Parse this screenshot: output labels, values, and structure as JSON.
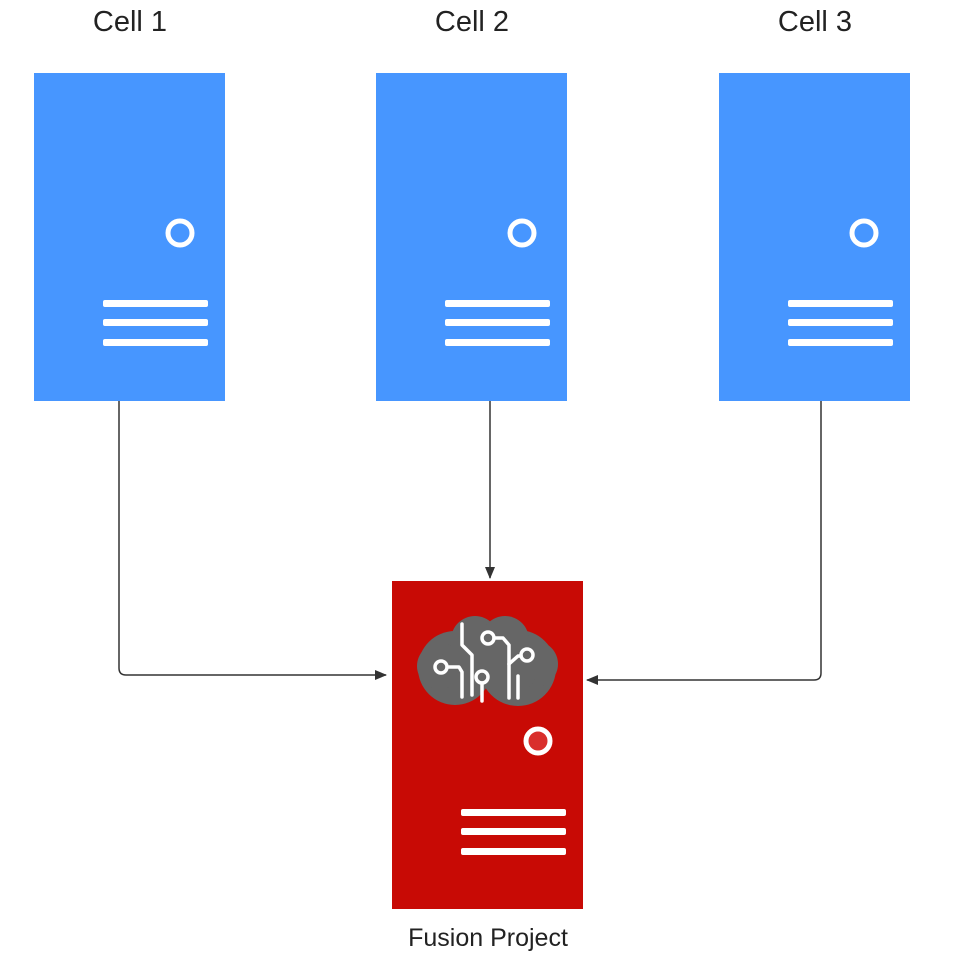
{
  "nodes": [
    {
      "id": "cell-1",
      "label": "Cell 1",
      "color": "#4796ff"
    },
    {
      "id": "cell-2",
      "label": "Cell 2",
      "color": "#4796ff"
    },
    {
      "id": "cell-3",
      "label": "Cell 3",
      "color": "#4796ff"
    }
  ],
  "fusion": {
    "label": "Fusion Project",
    "color": "#c80a05",
    "icon": "brain-circuit-icon"
  },
  "edges": [
    {
      "from": "cell-1",
      "to": "fusion"
    },
    {
      "from": "cell-2",
      "to": "fusion"
    },
    {
      "from": "cell-3",
      "to": "fusion"
    }
  ],
  "colors": {
    "edge": "#333333",
    "indicator_ring": "#ffffff",
    "brain": "#666666"
  }
}
